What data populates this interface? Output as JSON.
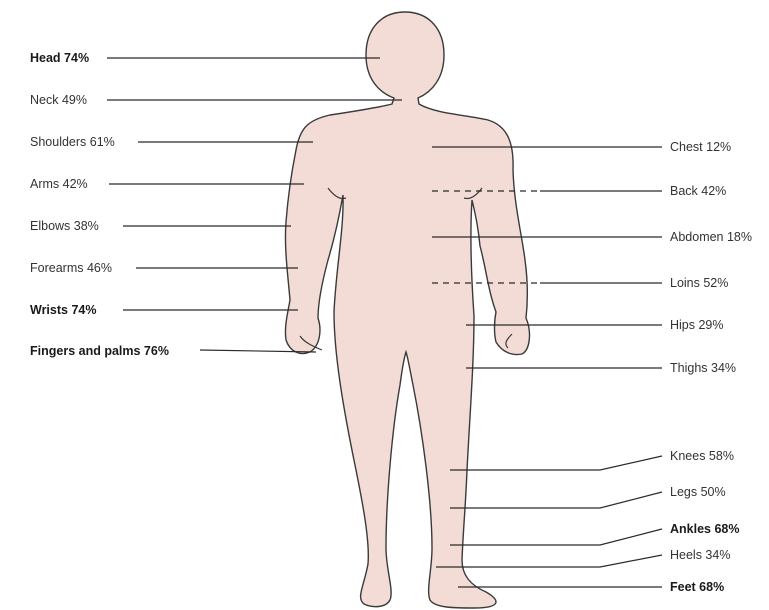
{
  "colors": {
    "body_fill": "#f3dcd6",
    "outline": "#3a3a3a",
    "leader": "#2b2b2b",
    "text": "#333333"
  },
  "left_labels": [
    {
      "id": "head",
      "text": "Head 74%",
      "bold": true
    },
    {
      "id": "neck",
      "text": "Neck 49%",
      "bold": false
    },
    {
      "id": "shoulders",
      "text": "Shoulders 61%",
      "bold": false
    },
    {
      "id": "arms",
      "text": "Arms 42%",
      "bold": false
    },
    {
      "id": "elbows",
      "text": "Elbows 38%",
      "bold": false
    },
    {
      "id": "forearms",
      "text": "Forearms 46%",
      "bold": false
    },
    {
      "id": "wrists",
      "text": "Wrists 74%",
      "bold": true
    },
    {
      "id": "fingers",
      "text": "Fingers and palms 76%",
      "bold": true
    }
  ],
  "right_labels": [
    {
      "id": "chest",
      "text": "Chest 12%",
      "bold": false
    },
    {
      "id": "back",
      "text": "Back 42%",
      "bold": false
    },
    {
      "id": "abdomen",
      "text": "Abdomen 18%",
      "bold": false
    },
    {
      "id": "loins",
      "text": "Loins 52%",
      "bold": false
    },
    {
      "id": "hips",
      "text": "Hips 29%",
      "bold": false
    },
    {
      "id": "thighs",
      "text": "Thighs 34%",
      "bold": false
    },
    {
      "id": "knees",
      "text": "Knees 58%",
      "bold": false
    },
    {
      "id": "legs",
      "text": "Legs 50%",
      "bold": false
    },
    {
      "id": "ankles",
      "text": "Ankles 68%",
      "bold": true
    },
    {
      "id": "heels",
      "text": "Heels 34%",
      "bold": false
    },
    {
      "id": "feet",
      "text": "Feet 68%",
      "bold": true
    }
  ]
}
